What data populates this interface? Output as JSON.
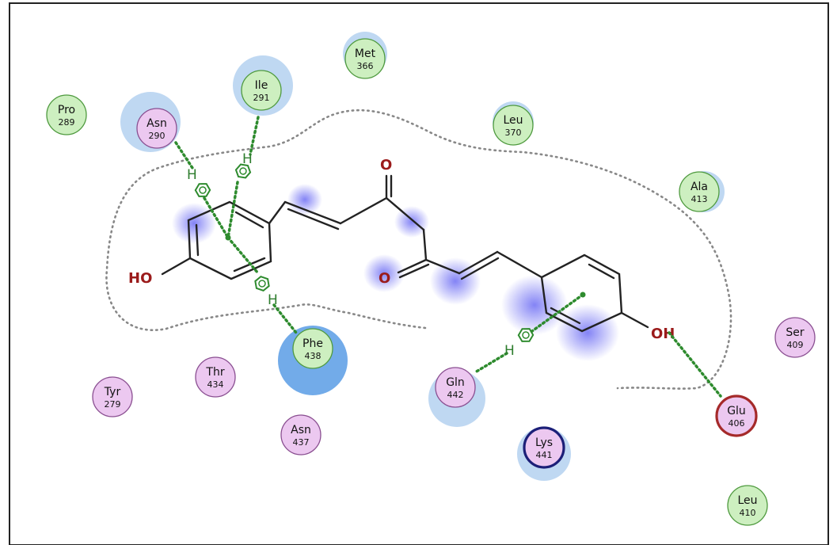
{
  "diagram": {
    "colors": {
      "hydrophobic_fill": "#cdefc0",
      "hydrophobic_stroke": "#4f9a3f",
      "polar_fill": "#ecc8f0",
      "polar_stroke": "#8a4f91",
      "acidic_stroke": "#a52a2a",
      "basic_stroke": "#1c1f78",
      "solvent_halo": "#aacbee",
      "hbond": "#2e8b2e",
      "atom_oxygen": "#9b1b1b",
      "ligand_exposure": "#6c6cf5"
    },
    "residues": [
      {
        "name": "Pro",
        "num": "289",
        "type": "hydrophobic"
      },
      {
        "name": "Asn",
        "num": "290",
        "type": "polar"
      },
      {
        "name": "Ile",
        "num": "291",
        "type": "hydrophobic"
      },
      {
        "name": "Met",
        "num": "366",
        "type": "hydrophobic"
      },
      {
        "name": "Leu",
        "num": "370",
        "type": "hydrophobic"
      },
      {
        "name": "Ala",
        "num": "413",
        "type": "hydrophobic"
      },
      {
        "name": "Ser",
        "num": "409",
        "type": "polar"
      },
      {
        "name": "Phe",
        "num": "438",
        "type": "hydrophobic"
      },
      {
        "name": "Thr",
        "num": "434",
        "type": "polar"
      },
      {
        "name": "Tyr",
        "num": "279",
        "type": "polar"
      },
      {
        "name": "Asn",
        "num": "437",
        "type": "polar"
      },
      {
        "name": "Gln",
        "num": "442",
        "type": "polar"
      },
      {
        "name": "Lys",
        "num": "441",
        "type": "basic"
      },
      {
        "name": "Glu",
        "num": "406",
        "type": "acidic"
      },
      {
        "name": "Leu",
        "num": "410",
        "type": "hydrophobic"
      }
    ],
    "ligand_labels": {
      "ketone_top": "O",
      "ketone_bottom": "O",
      "hydroxyl_left": "HO",
      "hydroxyl_right": "OH"
    },
    "hbond_labels": [
      "H",
      "H",
      "H",
      "H"
    ]
  }
}
